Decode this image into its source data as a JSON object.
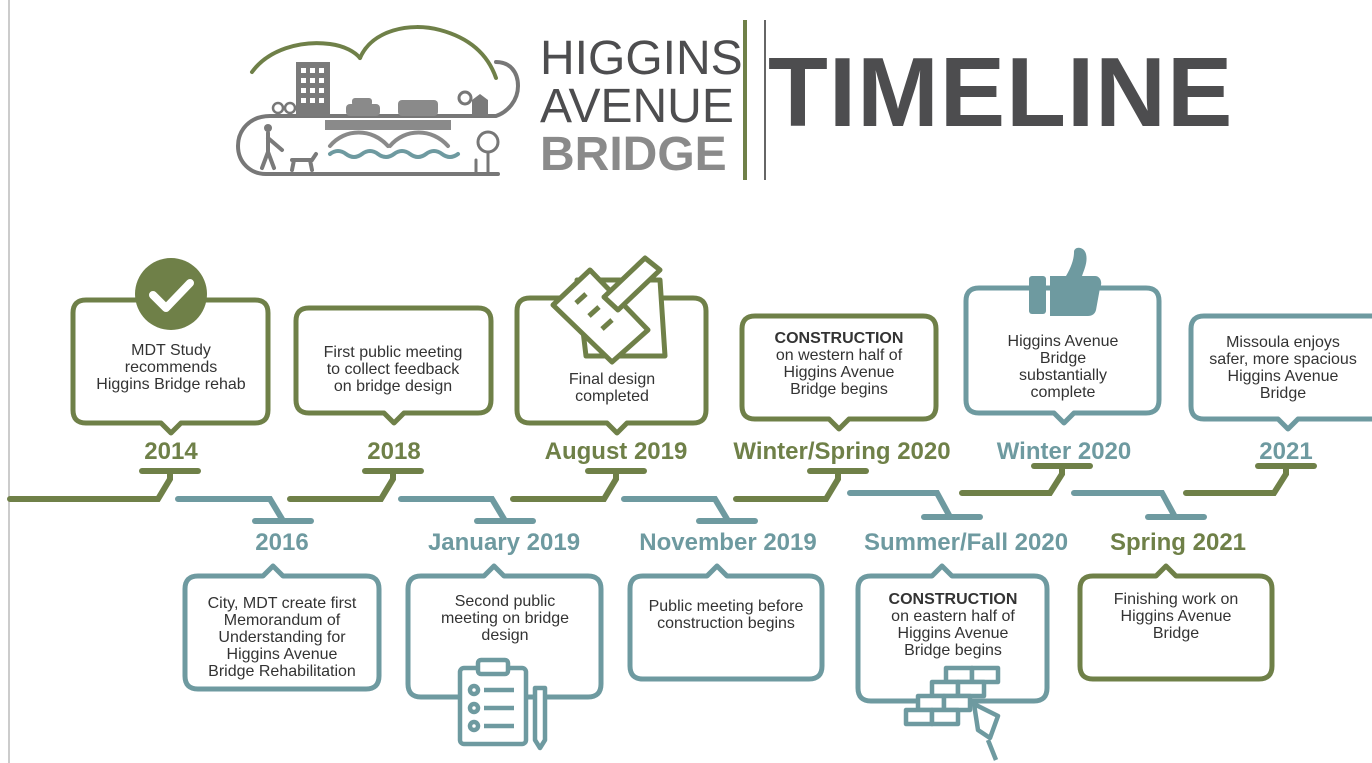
{
  "header": {
    "brand_lines": [
      "HIGGINS",
      "AVENUE",
      "BRIDGE"
    ],
    "title": "TIMELINE"
  },
  "colors": {
    "green": "#6f8048",
    "teal": "#6e9aa0",
    "text": "#333333",
    "title": "#4d4d4f"
  },
  "events": [
    {
      "year": "2014",
      "lines": [
        "MDT Study",
        "recommends",
        "Higgins Bridge rehab"
      ],
      "color": "green",
      "icon": "checkmark-icon"
    },
    {
      "year": "2016",
      "lines": [
        "City, MDT create first",
        "Memorandum of",
        "Understanding for",
        "Higgins Avenue",
        "Bridge Rehabilitation"
      ],
      "color": "teal",
      "icon": ""
    },
    {
      "year": "2018",
      "lines": [
        "First public meeting",
        "to collect feedback",
        "on bridge design"
      ],
      "color": "green",
      "icon": ""
    },
    {
      "year": "January 2019",
      "lines": [
        "Second public",
        "meeting on bridge",
        "design"
      ],
      "color": "teal",
      "icon": "clipboard-icon"
    },
    {
      "year": "August 2019",
      "lines": [
        "Final design",
        "completed"
      ],
      "color": "green",
      "icon": "design-pencil-ruler-icon"
    },
    {
      "year": "November 2019",
      "lines": [
        "Public meeting before",
        "construction begins"
      ],
      "color": "teal",
      "icon": ""
    },
    {
      "year": "Winter/Spring 2020",
      "bold": "CONSTRUCTION",
      "lines": [
        "on western half of",
        "Higgins Avenue",
        "Bridge begins"
      ],
      "color": "green",
      "icon": ""
    },
    {
      "year": "Summer/Fall 2020",
      "bold": "CONSTRUCTION",
      "lines": [
        "on eastern half of",
        "Higgins Avenue",
        "Bridge begins"
      ],
      "color": "teal",
      "icon": "brick-trowel-icon"
    },
    {
      "year": "Winter 2020",
      "lines": [
        "Higgins Avenue",
        "Bridge",
        "substantially",
        "complete"
      ],
      "color": "teal",
      "icon": "thumbs-up-icon"
    },
    {
      "year": "Spring 2021",
      "lines": [
        "Finishing work on",
        "Higgins Avenue",
        "Bridge"
      ],
      "color": "green",
      "icon": ""
    },
    {
      "year": "2021",
      "lines": [
        "Missoula enjoys",
        "safer, more spacious",
        "Higgins Avenue",
        "Bridge"
      ],
      "color": "teal",
      "icon": ""
    }
  ]
}
